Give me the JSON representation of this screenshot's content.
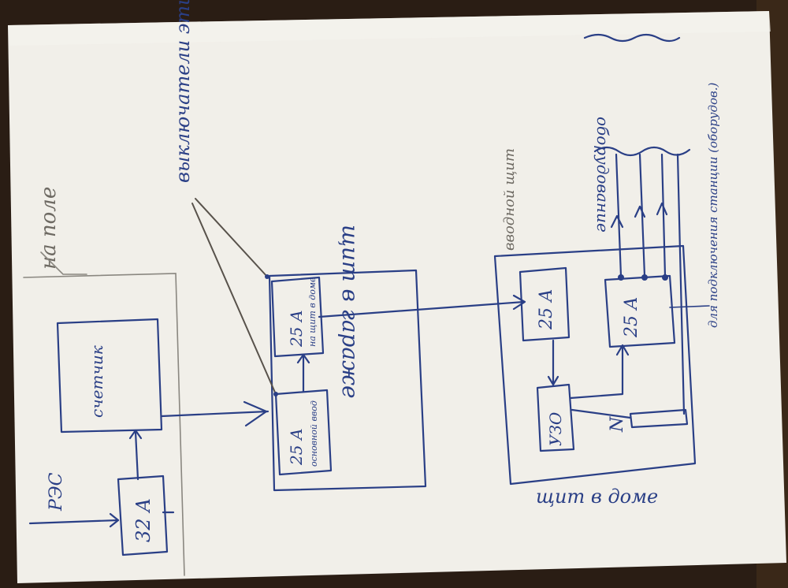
{
  "labels": {
    "pole": "на поле",
    "res": "РЭС",
    "breaker_main": "32 А",
    "meter": "счетчик",
    "garage_panel": "щит в гараже",
    "switches_note": "выключатели эти",
    "garage_breaker_top": "25 А",
    "garage_breaker_top_sub": "на щит в доме",
    "garage_breaker_bottom": "25 А",
    "garage_breaker_bottom_sub": "основной ввод",
    "intro_cable": "вводной щит",
    "house_breaker_left": "25 А",
    "rcd": "УЗО",
    "neutral": "N",
    "house_breaker_right": "25 А",
    "connection_note": "для подключения станции (оборудов.)",
    "equipment": "оборудование",
    "house_panel": "щит в доме"
  },
  "colors": {
    "paper": "#f1efe9",
    "ink": "#2a3f86",
    "pencil": "#8a8780",
    "table": "#2a1d14"
  }
}
